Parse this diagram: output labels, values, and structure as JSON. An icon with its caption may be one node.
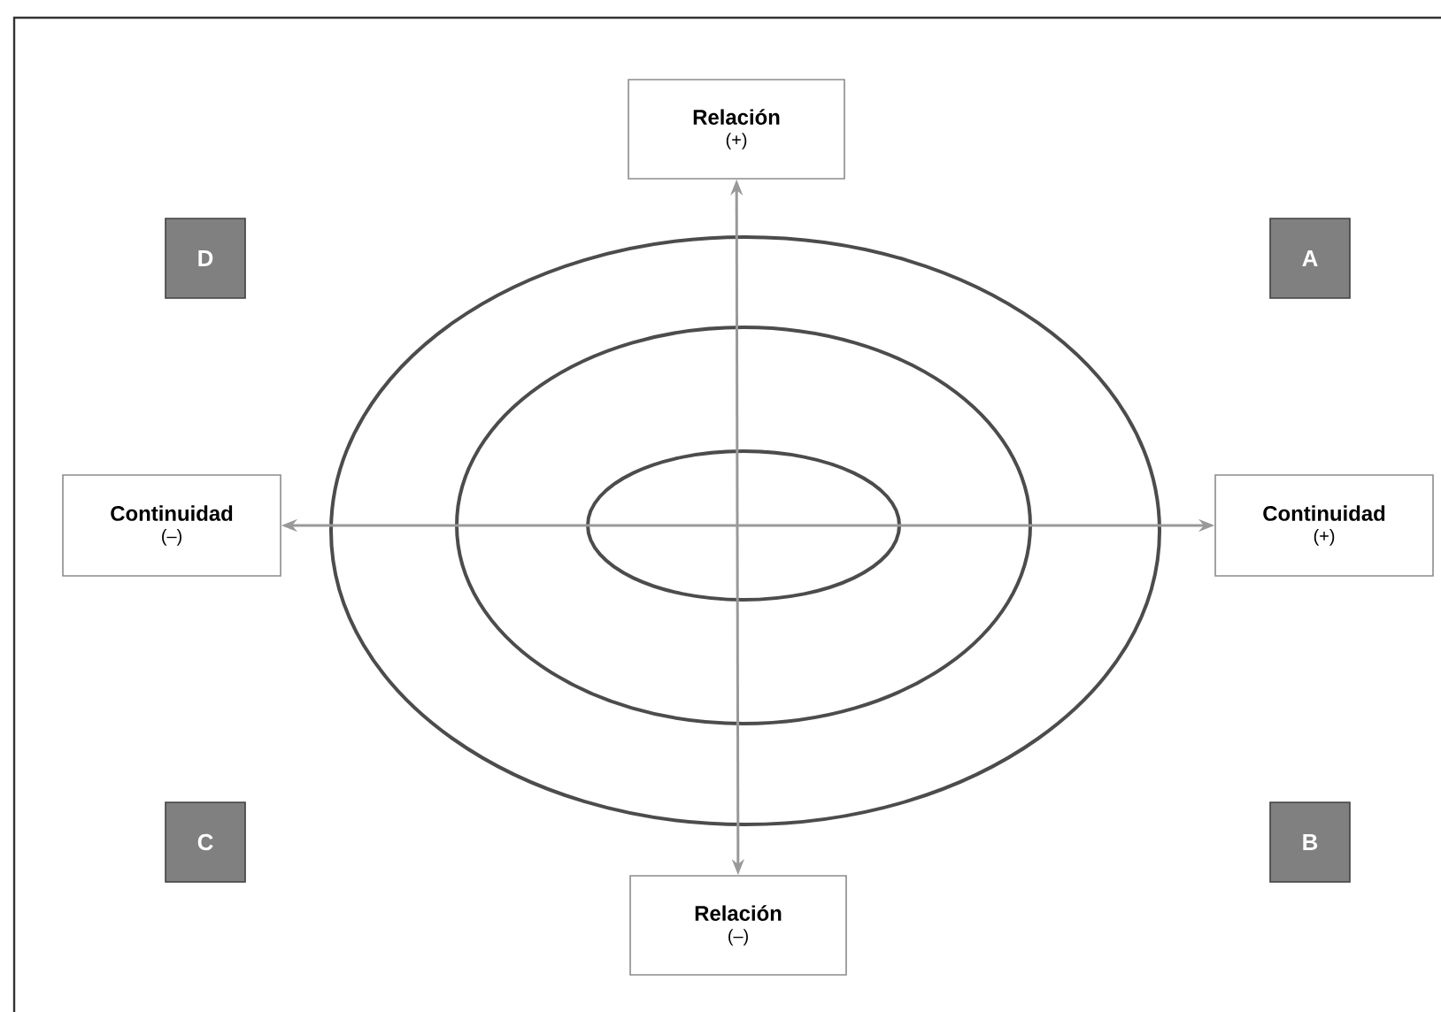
{
  "diagram": {
    "nodes": [
      {
        "text": [
          "Relación",
          "(+)"
        ]
      },
      {
        "text": [
          "D"
        ]
      },
      {
        "text": [
          "A"
        ]
      },
      {
        "text": [
          "Continuidad",
          "(–)"
        ]
      },
      {
        "text": [
          "Continuidad",
          "(+)"
        ]
      },
      {
        "text": [
          "C"
        ]
      },
      {
        "text": [
          "B"
        ]
      },
      {
        "text": [
          "Relación",
          "(–)"
        ]
      }
    ],
    "edges": [
      {
        "from": 7,
        "to": 0,
        "arrow": "both"
      },
      {
        "from": 3,
        "to": 4,
        "arrow": "both"
      }
    ]
  }
}
